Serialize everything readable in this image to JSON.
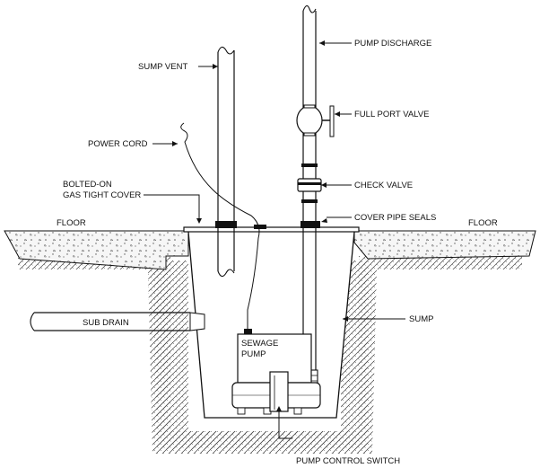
{
  "diagram": {
    "labels": {
      "pump_discharge": "PUMP DISCHARGE",
      "sump_vent": "SUMP VENT",
      "full_port_valve": "FULL PORT VALVE",
      "power_cord": "POWER CORD",
      "check_valve": "CHECK VALVE",
      "bolted_on_line1": "BOLTED-ON",
      "bolted_on_line2": "GAS TIGHT COVER",
      "cover_pipe_seals": "COVER PIPE SEALS",
      "floor_left": "FLOOR",
      "floor_right": "FLOOR",
      "sub_drain": "SUB DRAIN",
      "sump": "SUMP",
      "sewage_pump_line1": "SEWAGE",
      "sewage_pump_line2": "PUMP",
      "pump_control_switch": "PUMP CONTROL SWITCH"
    },
    "colors": {
      "line": "#111111",
      "concrete": "#f4f4f4",
      "soil": "#ffffff"
    }
  }
}
